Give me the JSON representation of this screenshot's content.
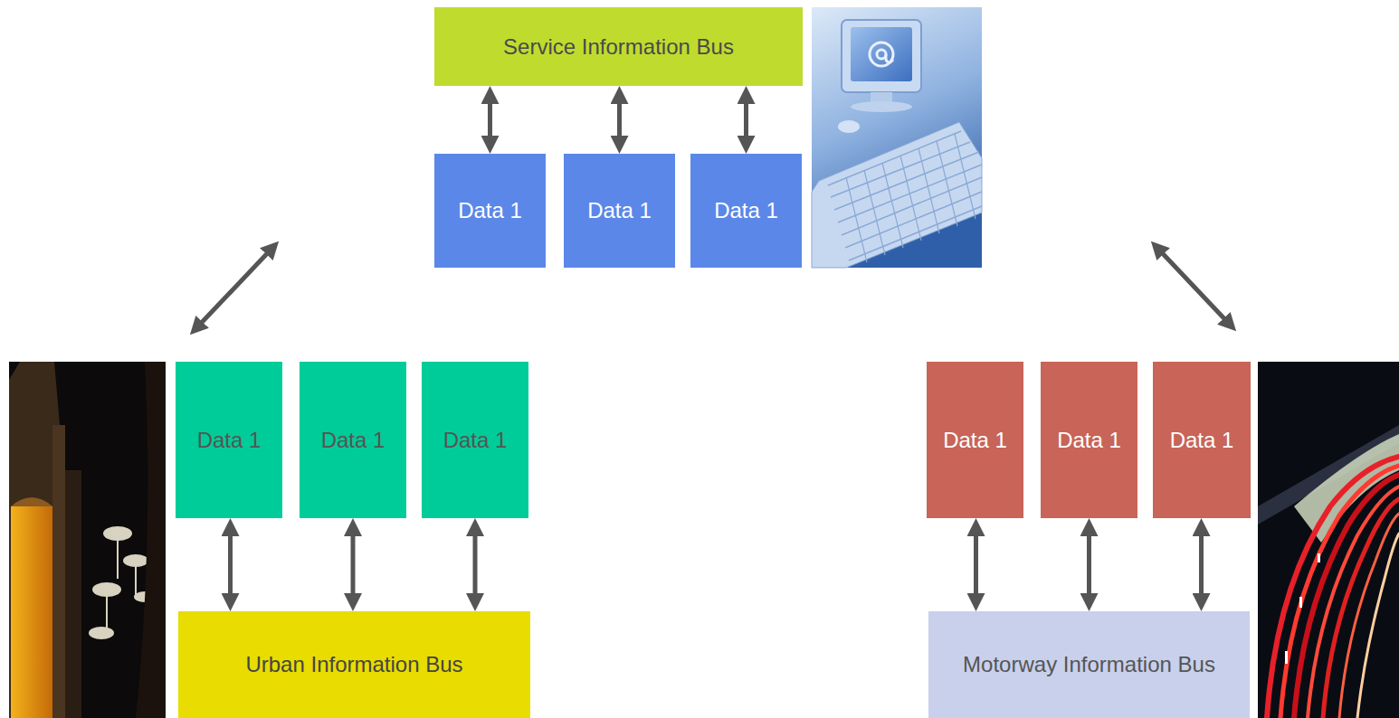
{
  "diagram": {
    "nodes": [
      {
        "text": [
          "Service Information Bus"
        ]
      },
      {
        "text": [
          "Data 1"
        ]
      },
      {
        "text": [
          "Data 1"
        ]
      },
      {
        "text": [
          "Data 1"
        ]
      },
      {
        "text": [
          "Data 1"
        ]
      },
      {
        "text": [
          "Data 1"
        ]
      },
      {
        "text": [
          "Data 1"
        ]
      },
      {
        "text": [
          "Urban Information Bus"
        ]
      },
      {
        "text": [
          "Data 1"
        ]
      },
      {
        "text": [
          "Data 1"
        ]
      },
      {
        "text": [
          "Data 1"
        ]
      },
      {
        "text": [
          "Motorway Information Bus"
        ]
      }
    ],
    "edges": [
      {
        "from": 1,
        "to": 0,
        "arrow": "both"
      },
      {
        "from": 2,
        "to": 0,
        "arrow": "both"
      },
      {
        "from": 3,
        "to": 0,
        "arrow": "both"
      },
      {
        "from": 4,
        "to": 7,
        "arrow": "both"
      },
      {
        "from": 5,
        "to": 7,
        "arrow": "both"
      },
      {
        "from": 6,
        "to": 7,
        "arrow": "both"
      },
      {
        "from": 8,
        "to": 11,
        "arrow": "both"
      },
      {
        "from": 9,
        "to": 11,
        "arrow": "both"
      },
      {
        "from": 10,
        "to": 11,
        "arrow": "both"
      }
    ]
  }
}
